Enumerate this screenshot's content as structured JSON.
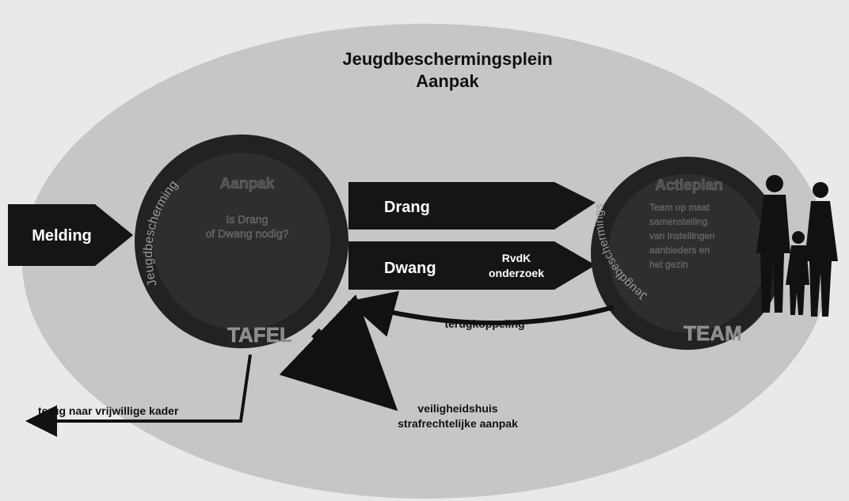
{
  "title": {
    "line1": "Jeugdbeschermingsplein",
    "line2": "Aanpak"
  },
  "tafel": {
    "heading": "Aanpak",
    "question_line1": "Is Drang",
    "question_line2": "of Dwang nodig?",
    "ring_text": "Jeugdbescherming",
    "ring_bold": "TAFEL"
  },
  "team": {
    "heading": "Actieplan",
    "text_lines": [
      "Team op maat",
      "samenstelling",
      "van instellingen",
      "aanbieders en",
      "het gezin"
    ],
    "ring_text": "Jeugdbeschermings",
    "ring_bold": "TEAM"
  },
  "melding": {
    "label": "Melding"
  },
  "drang": {
    "label": "Drang"
  },
  "dwang": {
    "label": "Dwang",
    "sub_line1": "RvdK",
    "sub_line2": "onderzoek"
  },
  "terugkoppeling": {
    "label": "terugkoppeling"
  },
  "vrijwillig": {
    "label": "terug naar vrijwillige kader"
  },
  "veiligheidshuis": {
    "line1": "veiligheidshuis",
    "line2": "strafrechtelijke aanpak"
  },
  "colors": {
    "background": "#e9e9e9",
    "ellipse": "#c6c6c6",
    "circle": "#222222",
    "arrow": "#111111",
    "text_light": "#ffffff",
    "text_dark": "#111111"
  }
}
